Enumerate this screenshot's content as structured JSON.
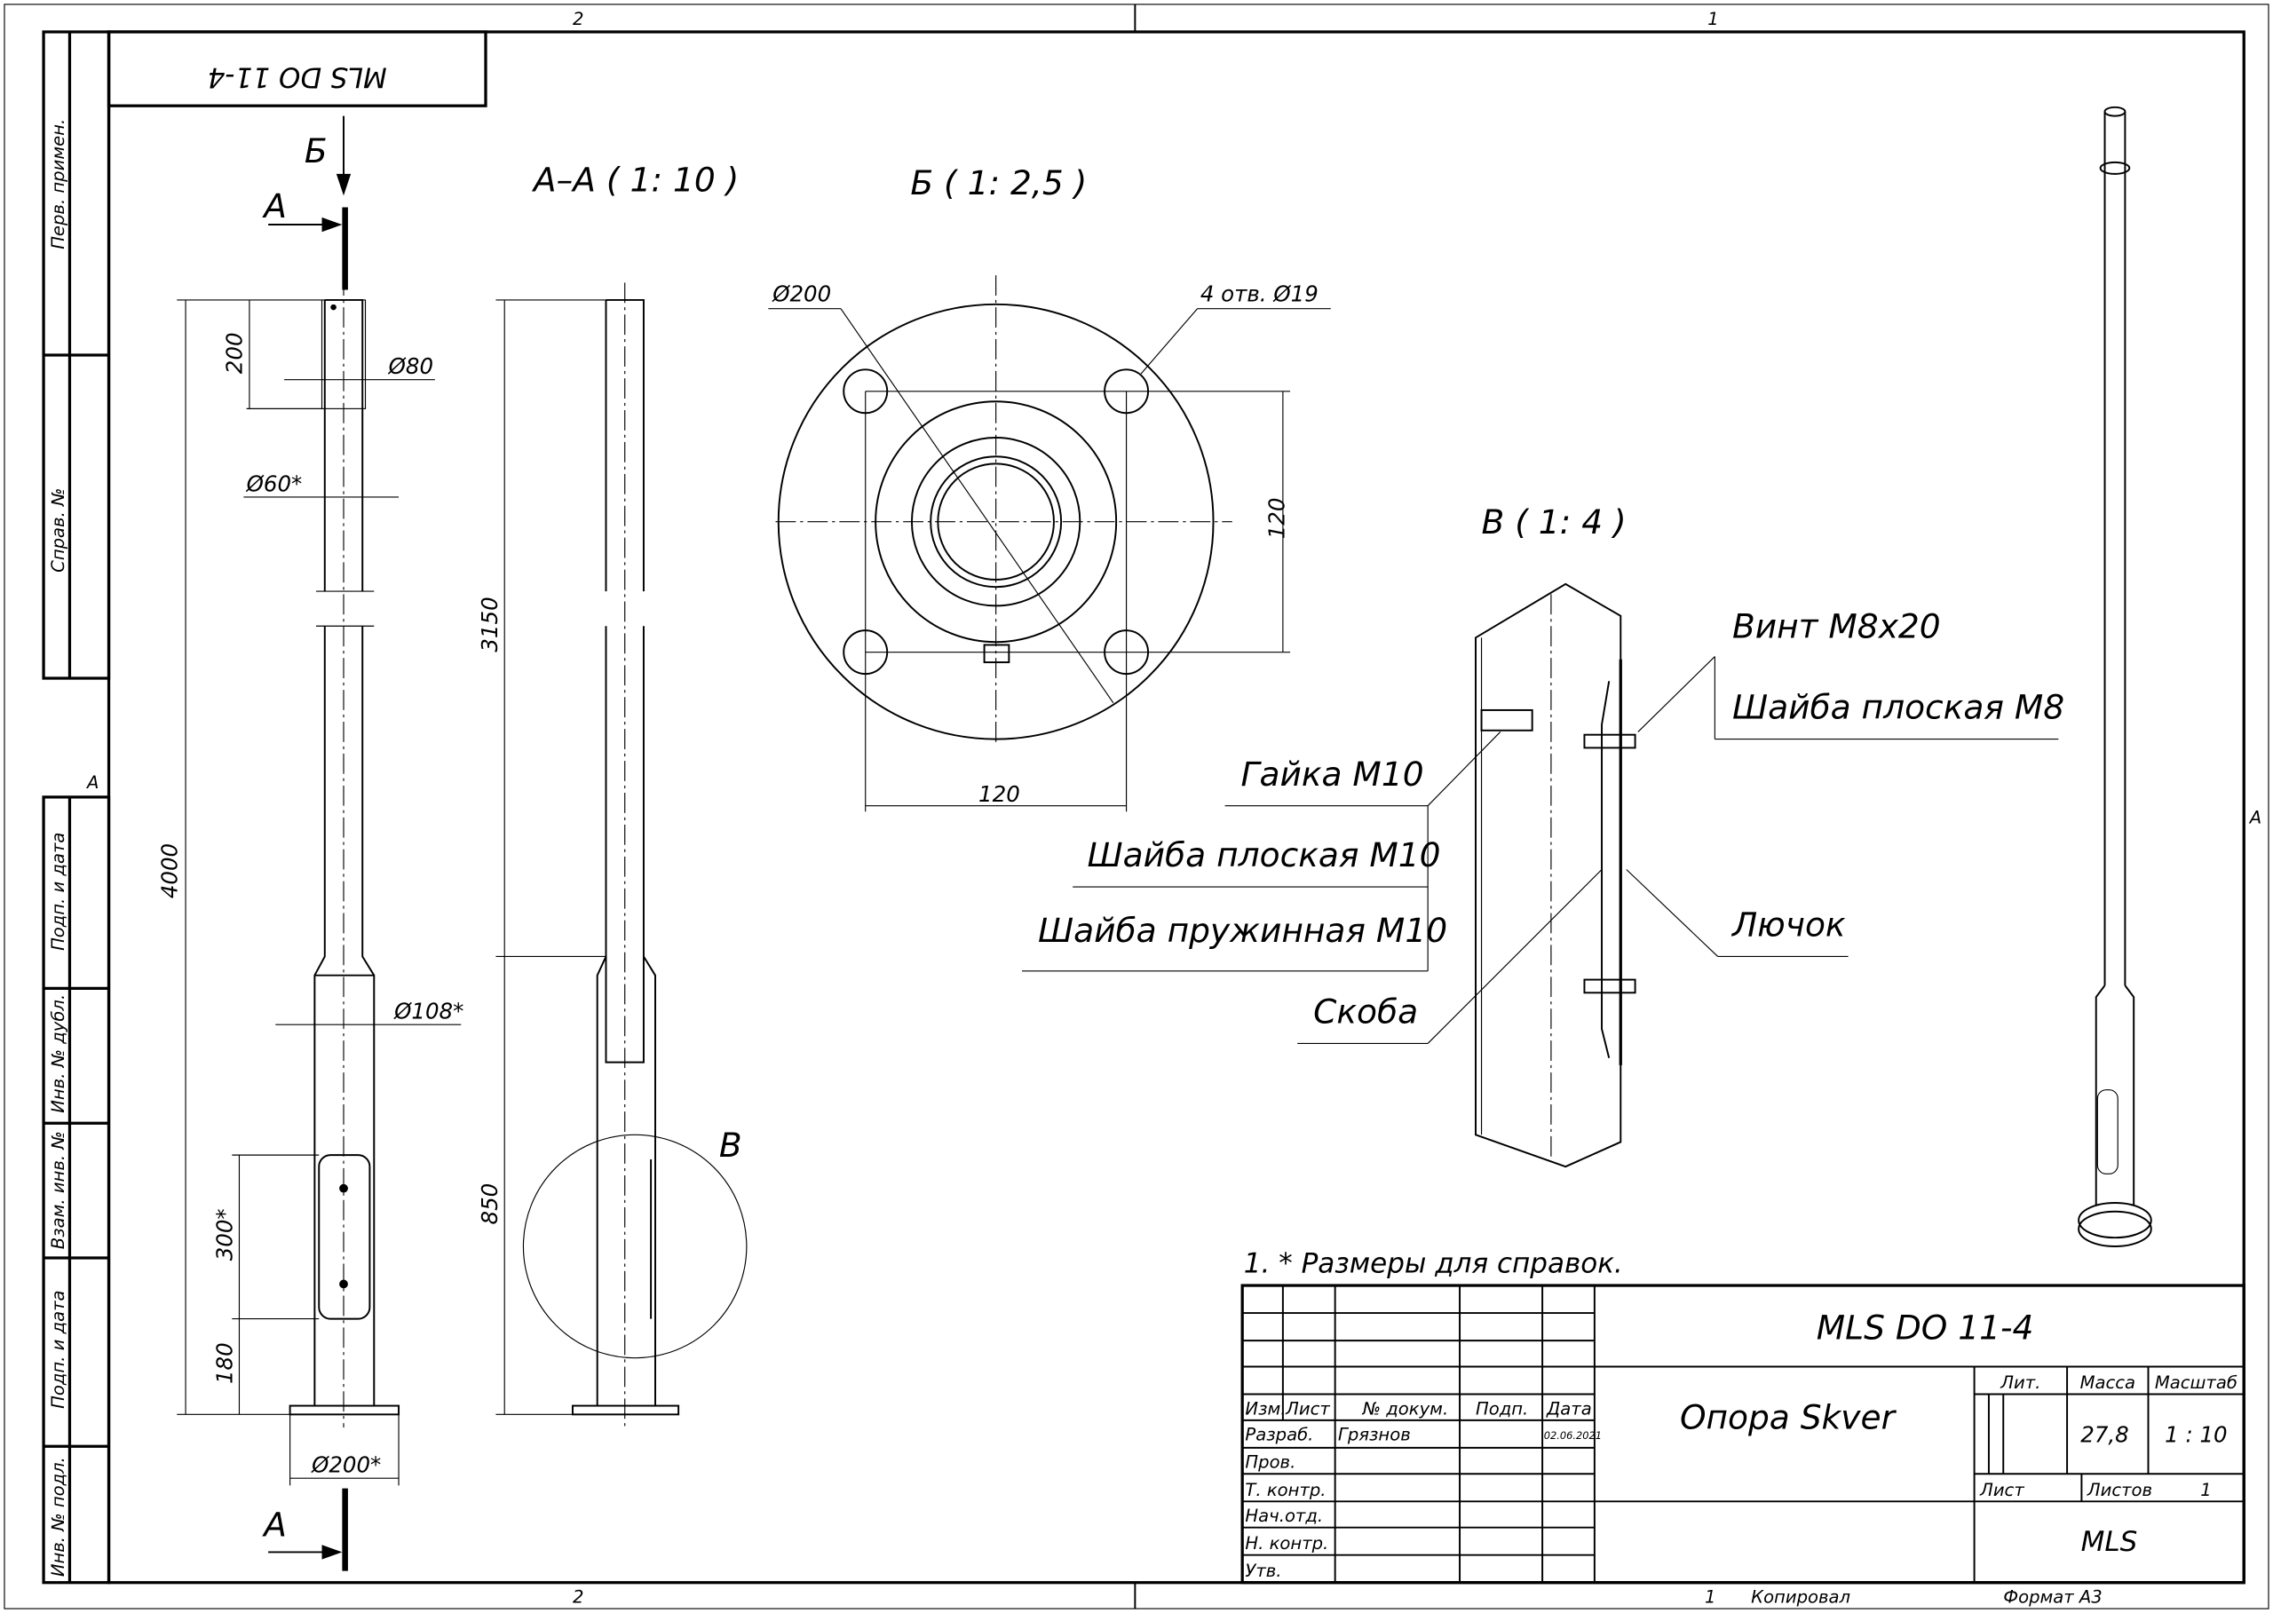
{
  "zones": {
    "top_left": "2",
    "top_right": "1",
    "bottom_left": "2",
    "bottom_right": "1",
    "side_left": "A",
    "side_right": "A"
  },
  "stamp": "MLS DO 11-4",
  "side_column": [
    "Перв. примен.",
    "Справ. №",
    "Подп. и дата",
    "Инв. № дубл.",
    "Взам. инв. №",
    "Подп. и дата",
    "Инв. № подл."
  ],
  "views": {
    "main": {
      "arrow_b": "Б",
      "arrow_a_top": "A",
      "arrow_a_bottom": "A",
      "dims": [
        "200",
        "Ø80",
        "Ø60*",
        "4000",
        "Ø108*",
        "300*",
        "180",
        "Ø200*"
      ]
    },
    "section": {
      "title": "A–A ( 1: 10 )",
      "dims": [
        "3150",
        "850"
      ],
      "detail_label": "B"
    },
    "flange": {
      "title": "Б ( 1: 2,5 )",
      "dims": [
        "Ø200",
        "4 отв. Ø19",
        "120",
        "120"
      ]
    },
    "detail": {
      "title": "B ( 1: 4 )",
      "callouts": [
        "Винт M8x20",
        "Шайба плоская M8",
        "Гайка M10",
        "Шайба плоская M10",
        "Шайба пружинная M10",
        "Скоба",
        "Лючок"
      ]
    }
  },
  "note": "1.    * Размеры для справок.",
  "title_block": {
    "designation": "MLS DO 11-4",
    "name": "Опора Skver",
    "headers": [
      "Изм.",
      "Лист",
      "№ докум.",
      "Подп.",
      "Дата"
    ],
    "roles": [
      "Разраб.",
      "Пров.",
      "Т. контр.",
      "Нач.отд.",
      "Н. контр.",
      "Утв."
    ],
    "developer": "Грязнов",
    "date": "02.06.2021",
    "lit_label": "Лит.",
    "mass_label": "Масса",
    "scale_label": "Масштаб",
    "mass": "27,8",
    "scale": "1 : 10",
    "sheet_label": "Лист",
    "sheets_label": "Листов",
    "sheets": "1",
    "company": "MLS",
    "copied_num": "1",
    "copied": "Копировал",
    "format": "Формат А3"
  }
}
